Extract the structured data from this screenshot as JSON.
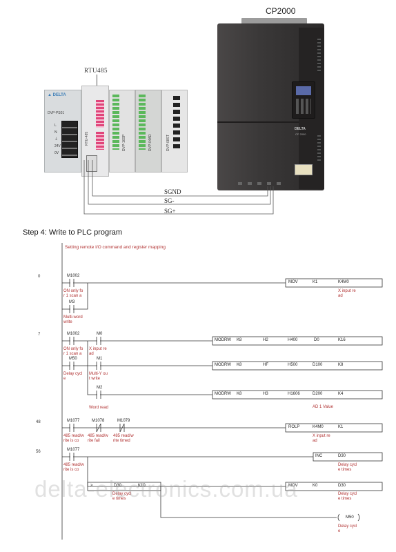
{
  "drive": {
    "model": "CP2000",
    "brand": "DELTA",
    "series": "CP 2000"
  },
  "plc": {
    "module_label": "RTU485",
    "modules": [
      "DVP-PS01",
      "RTU-485",
      "DVP-16SP",
      "DVP-04AD",
      "DVP-08ST"
    ]
  },
  "wiring": {
    "sgnd": "SGND",
    "sg_minus": "SG-",
    "sg_plus": "SG+"
  },
  "step_title": "Step 4: Write to PLC program",
  "ladder": {
    "comment": "Setting remote I/O command and register mapping",
    "steps": [
      "0",
      "7",
      "48",
      "56"
    ],
    "r0": {
      "m1002": "M1002",
      "m1002_c1": "ON only fo",
      "m1002_c2": "r 1 scan a",
      "m3": "M3",
      "m3_c1": "Multi-word",
      "m3_c2": "write",
      "inst": "MOV",
      "p1": "K1",
      "p2": "K4M0",
      "p2_c1": "X input re",
      "p2_c2": "ad"
    },
    "r1": {
      "m1002": "M1002",
      "m1002_c1": "ON only fo",
      "m1002_c2": "r 1 scan a",
      "m0": "M0",
      "m0_c1": "X input re",
      "m0_c2": "ad",
      "inst": "MODRW",
      "p1": "K8",
      "p2": "H2",
      "p3": "H400",
      "p4": "D0",
      "p5": "K16",
      "m50": "M50",
      "m50_c1": "Delay cycl",
      "m50_c2": "e",
      "m1": "M1",
      "m1_c1": "Multi-Y ou",
      "m1_c2": "t write",
      "inst2": "MODRW",
      "q1": "K8",
      "q2": "HF",
      "q3": "H500",
      "q4": "D100",
      "q5": "K8",
      "m2": "M2",
      "m2_c1": "Word read",
      "inst3": "MODRW",
      "s1": "K8",
      "s2": "H3",
      "s3": "H1606",
      "s4": "D200",
      "s5": "K4",
      "s4_c1": "AD 1 Value"
    },
    "r2": {
      "m1077": "M1077",
      "m1077_c1": "485 read/w",
      "m1077_c2": "rite is co",
      "m1078": "M1078",
      "m1078_c1": "485 read/w",
      "m1078_c2": "rite fail",
      "m1079": "M1079",
      "m1079_c1": "485 read/w",
      "m1079_c2": "rite timed",
      "inst": "ROLP",
      "p1": "K4M0",
      "p2": "K1",
      "p1_c1": "X input re",
      "p1_c2": "ad"
    },
    "r3": {
      "m1077": "M1077",
      "m1077_c1": "485 read/w",
      "m1077_c2": "rite is co",
      "inst": "INC",
      "p1": "D30",
      "p1_c1": "Delay cycl",
      "p1_c2": "e times",
      "cmp": ">",
      "d30": "D30",
      "d30_c1": "Delay cycl",
      "d30_c2": "e times",
      "k10": "K10",
      "inst2": "MOV",
      "q1": "K0",
      "q2": "D30",
      "q2_c1": "Delay cycl",
      "q2_c2": "e times",
      "coil": "M50",
      "coil_c1": "Delay cycl",
      "coil_c2": "e"
    }
  },
  "watermark": "delta-electronics.com.ua"
}
